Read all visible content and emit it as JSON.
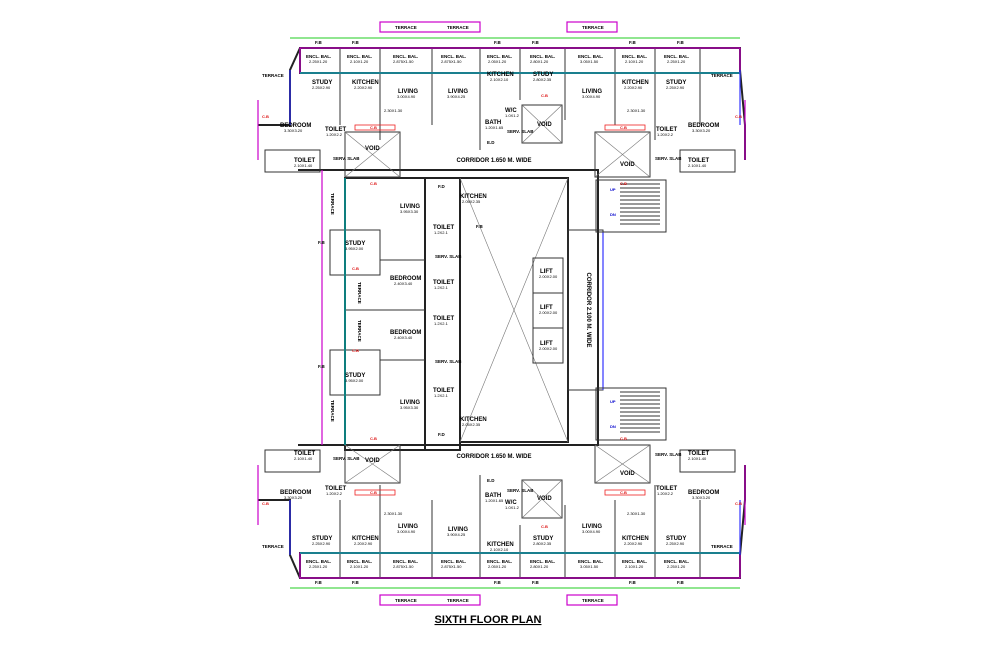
{
  "title": "SIXTH FLOOR PLAN",
  "labels": {
    "terrace": "TERRACE",
    "fb": "F.B",
    "encl_bal": "ENCL. BAL.",
    "study": "STUDY",
    "kitchen": "KITCHEN",
    "living": "LIVING",
    "bedroom": "BEDROOM",
    "toilet": "TOILET",
    "bath": "BATH",
    "wc": "W/C",
    "void": "VOID",
    "serv_slab": "SERV. SLAB",
    "ed": "E.D",
    "fd": "F.D",
    "lift": "LIFT",
    "cb": "C.B",
    "up": "UP",
    "dn": "DN"
  },
  "corridors": {
    "top": "CORRIDOR 1.650 M. WIDE",
    "bottom": "CORRIDOR 1.650 M. WIDE",
    "right": "CORRIDOR 2.100 M. WIDE"
  },
  "dims": {
    "encl_bal_a": "2.25X1.20",
    "encl_bal_b": "2.10X1.20",
    "encl_bal_c": "2.875X1.50",
    "encl_bal_d": "2.05X1.20",
    "encl_bal_e": "2.80X1.20",
    "encl_bal_f": "3.05X1.50",
    "study_a": "2.25X2.90",
    "study_b": "2.80X2.35",
    "study_c": "3.95X2.00",
    "kitchen_a": "2.20X2.90",
    "kitchen_b": "2.10X2.10",
    "kitchen_c": "2.05X2.35",
    "living_a": "3.00X4.90",
    "living_b": "3.90X4.25",
    "living_c": "3.95X3.30",
    "bedroom_a": "3.30X3.20",
    "bedroom_b": "2.40X3.40",
    "toilet_a": "1.20X2.2",
    "toilet_b": "2.10X1.40",
    "toilet_c": "1.2X2.1",
    "bath": "1.20X1.65",
    "wc": "1.0X1.2",
    "lift": "2.00X2.00",
    "span": "2.30X1.30"
  }
}
